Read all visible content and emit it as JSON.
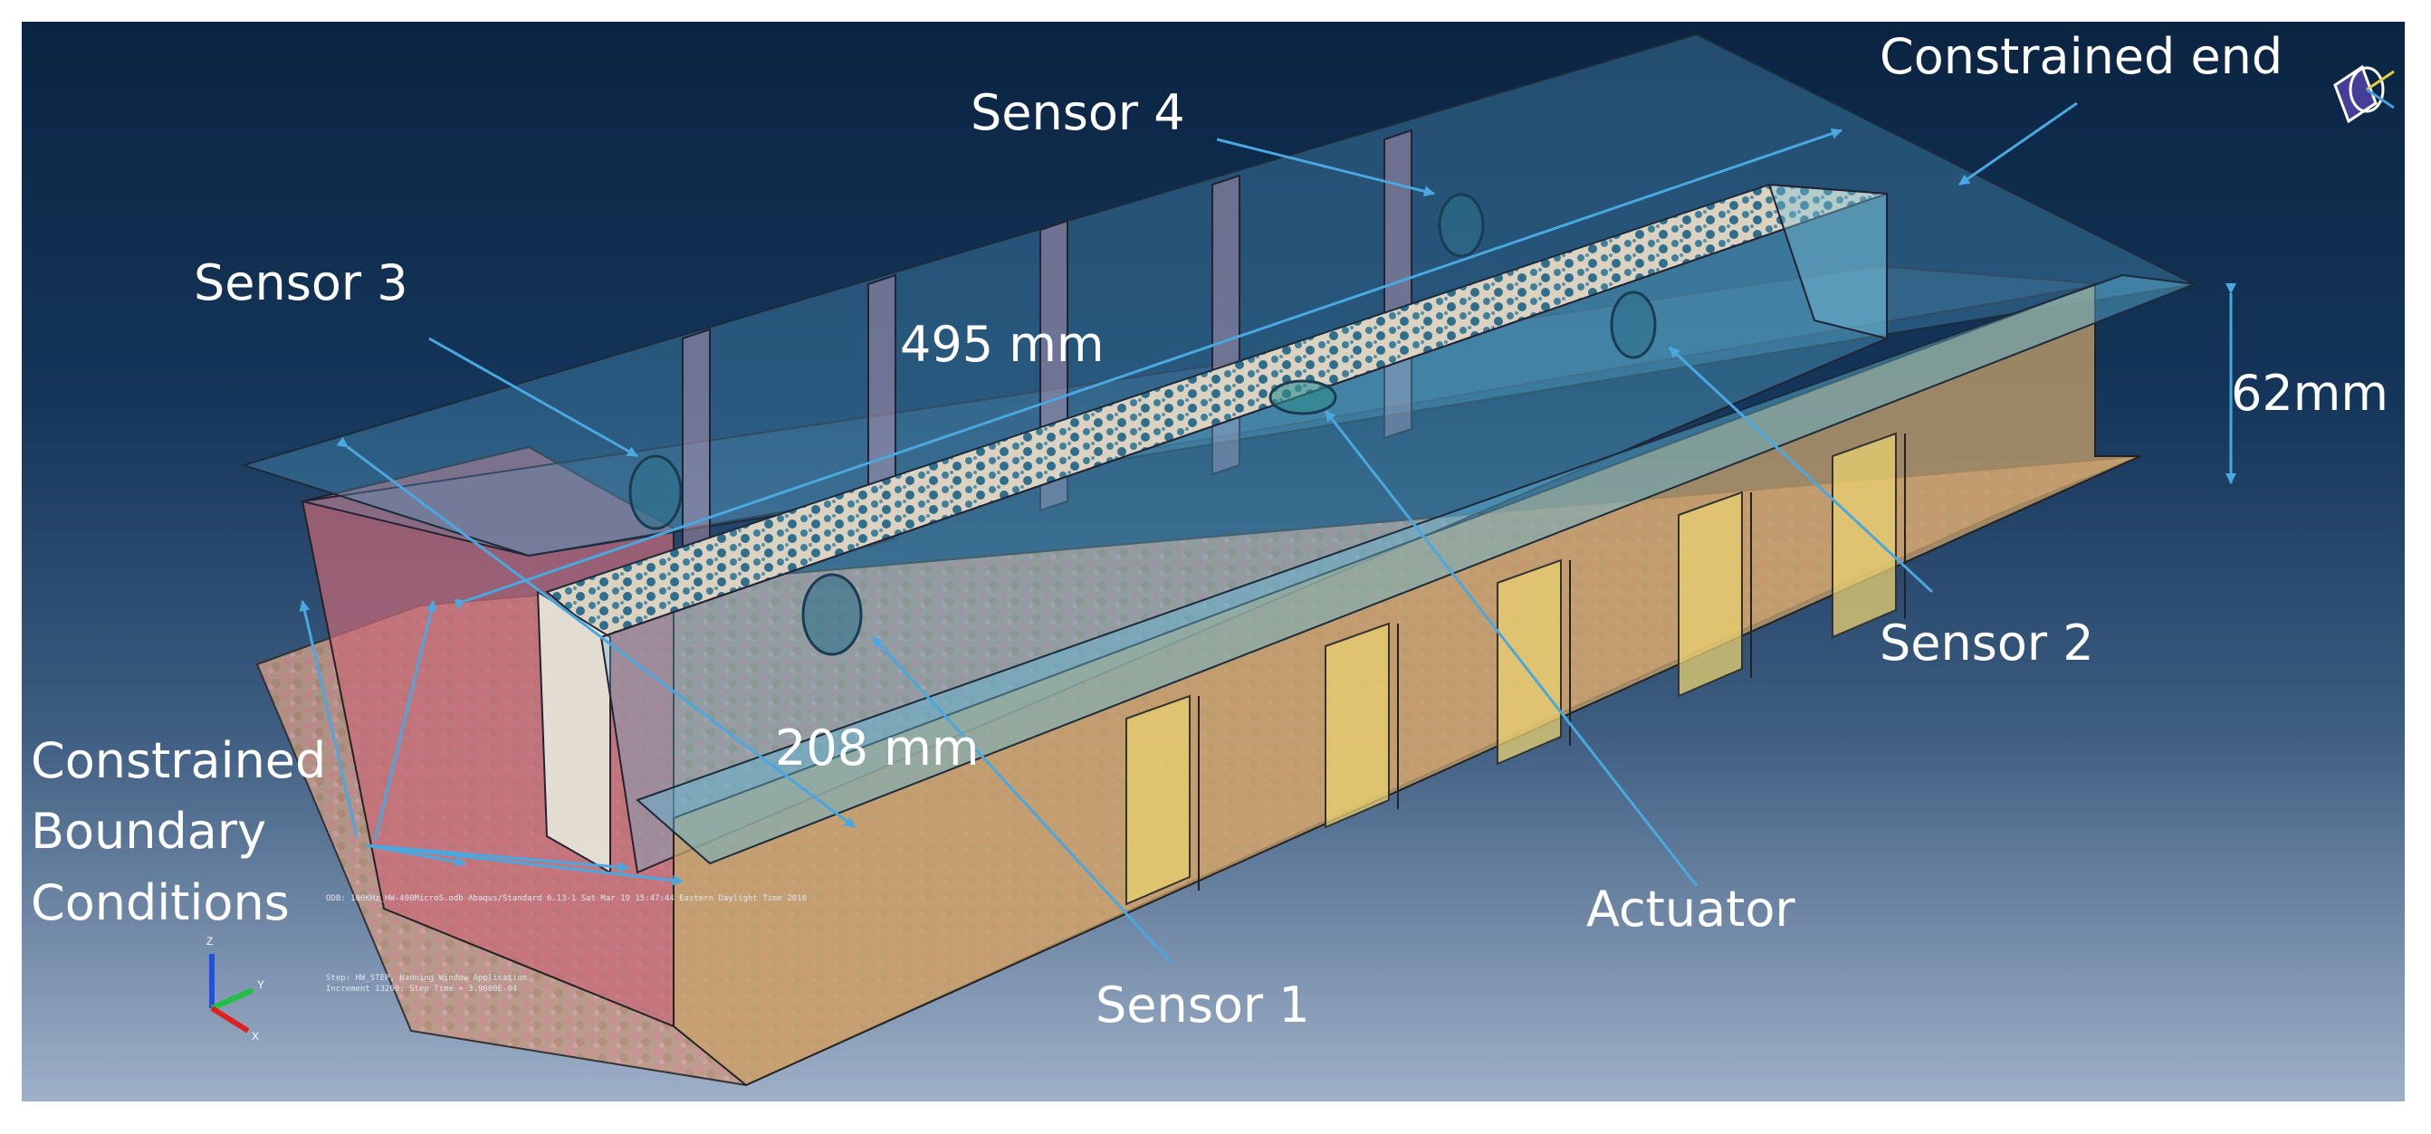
{
  "labels": {
    "constrained_end": "Constrained end",
    "sensor_4": "Sensor 4",
    "sensor_3": "Sensor 3",
    "dim_length": "495 mm",
    "dim_height": "62mm",
    "sensor_2": "Sensor 2",
    "dim_width": "208 mm",
    "boundary_line1": "Constrained",
    "boundary_line2": "Boundary",
    "boundary_line3": "Conditions",
    "actuator": "Actuator",
    "sensor_1": "Sensor 1"
  },
  "viewport_info": {
    "odb_line": "ODB: 100KHz_HW-400MicroS.odb    Abaqus/Standard 6.13-1    Sat Mar 19 15:47:44 Eastern Daylight Time 2016",
    "step_line": "Step: HW_STEP, Hanning Window Application",
    "increment_line": "Increment   13200: Step Time =    3.9600E-04"
  },
  "triad": {
    "z": "Z",
    "y": "Y",
    "x": "X"
  },
  "colors": {
    "arrow": "#4aa8e0",
    "sensor": "#2f6f8c",
    "web": "#c8a16a",
    "flange_glass": "#5fb6d8",
    "mesh_pink": "#d98a8a",
    "background_top": "#0b2442",
    "background_bottom": "#9fb0c8"
  }
}
